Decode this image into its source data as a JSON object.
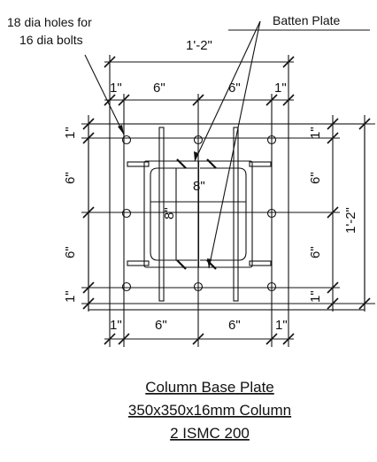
{
  "notes": {
    "holes_line1": "18 dia holes for",
    "holes_line2": "16 dia bolts",
    "batten": "Batten Plate"
  },
  "dimensions": {
    "overall": "1'-2\"",
    "edge": "1\"",
    "spacing": "6\"",
    "channel_width": "8\"",
    "channel_depth": "8\""
  },
  "caption": {
    "line1": "Column Base Plate",
    "line2": "350x350x16mm Column",
    "line3": "2 ISMC 200"
  },
  "colors": {
    "ink": "#111111",
    "background": "#ffffff"
  }
}
